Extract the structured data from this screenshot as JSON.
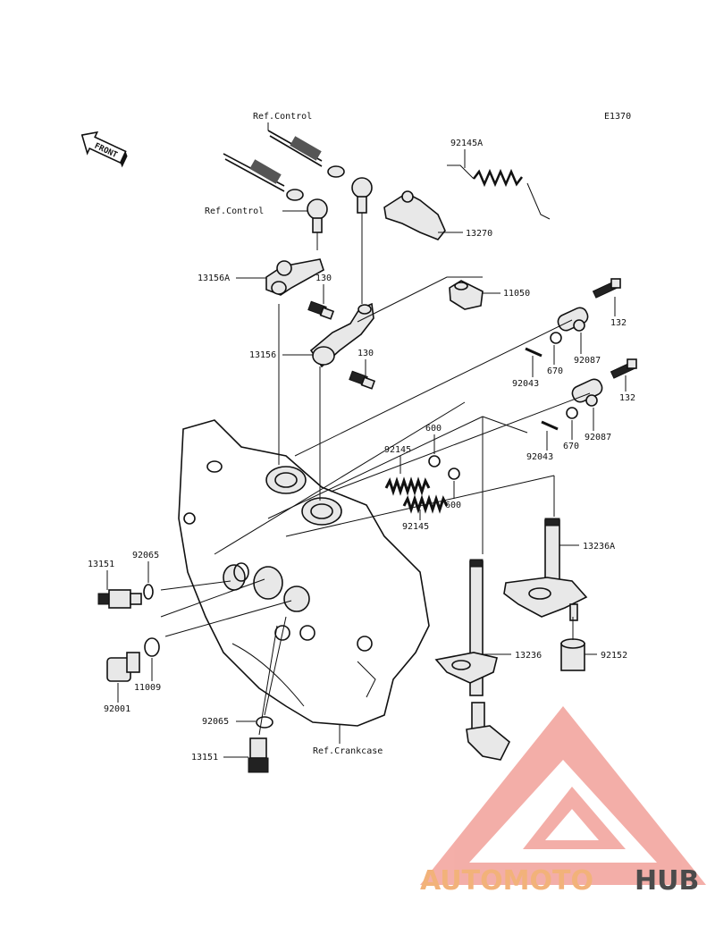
{
  "diagram_code": "E1370",
  "front_label": "FRONT",
  "watermark": {
    "part1": "AUTOMOTO",
    "part2": "HUB",
    "color1": "#f2b27a",
    "color2": "#4b4b4b",
    "triangle_color": "#f2a19a"
  },
  "labels": {
    "ref_control_1": "Ref.Control",
    "ref_control_2": "Ref.Control",
    "p92145A": "92145A",
    "p13270": "13270",
    "p11050": "11050",
    "p13156A": "13156A",
    "p130a": "130",
    "p13156": "13156",
    "p130b": "130",
    "p132a": "132",
    "p92087a": "92087",
    "p670a": "670",
    "p92043a": "92043",
    "p132b": "132",
    "p92087b": "92087",
    "p670b": "670",
    "p92043b": "92043",
    "p600a": "600",
    "p92145a": "92145",
    "p600b": "600",
    "p92145b": "92145",
    "p13236A": "13236A",
    "p13151a": "13151",
    "p92065a": "92065",
    "p92152": "92152",
    "p13236": "13236",
    "p11009": "11009",
    "p92001": "92001",
    "p92065b": "92065",
    "p13151b": "13151",
    "ref_crankcase": "Ref.Crankcase"
  }
}
